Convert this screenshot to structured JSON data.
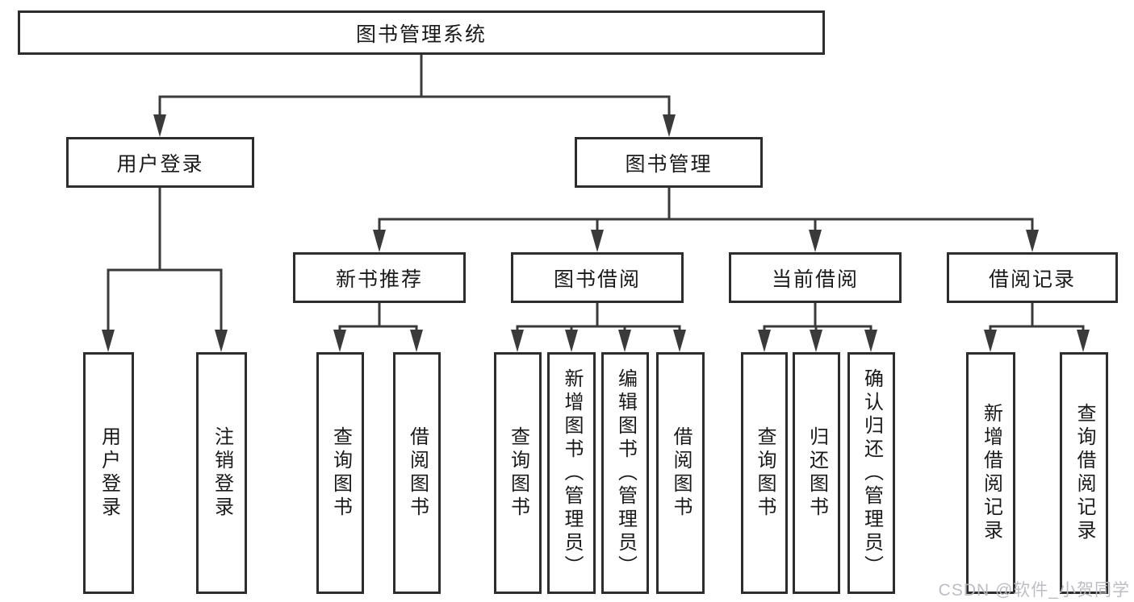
{
  "diagram": {
    "root": {
      "label": "图书管理系统"
    },
    "children": [
      {
        "label": "用户登录",
        "children": [
          {
            "label": "用户登录"
          },
          {
            "label": "注销登录"
          }
        ]
      },
      {
        "label": "图书管理",
        "children": [
          {
            "label": "新书推荐",
            "children": [
              {
                "label": "查询图书"
              },
              {
                "label": "借阅图书"
              }
            ]
          },
          {
            "label": "图书借阅",
            "children": [
              {
                "label": "查询图书"
              },
              {
                "label": "新增图书（管理员）"
              },
              {
                "label": "编辑图书（管理员）"
              },
              {
                "label": "借阅图书"
              }
            ]
          },
          {
            "label": "当前借阅",
            "children": [
              {
                "label": "查询图书"
              },
              {
                "label": "归还图书"
              },
              {
                "label": "确认归还（管理员）"
              }
            ]
          },
          {
            "label": "借阅记录",
            "children": [
              {
                "label": "新增借阅记录"
              },
              {
                "label": "查询借阅记录"
              }
            ]
          }
        ]
      }
    ],
    "line_color": "#3a3a3a",
    "border_color": "#2d2d2d",
    "text_color": "#1a1a1a"
  },
  "watermark": {
    "text": "CSDN @软件_小贺同学"
  }
}
